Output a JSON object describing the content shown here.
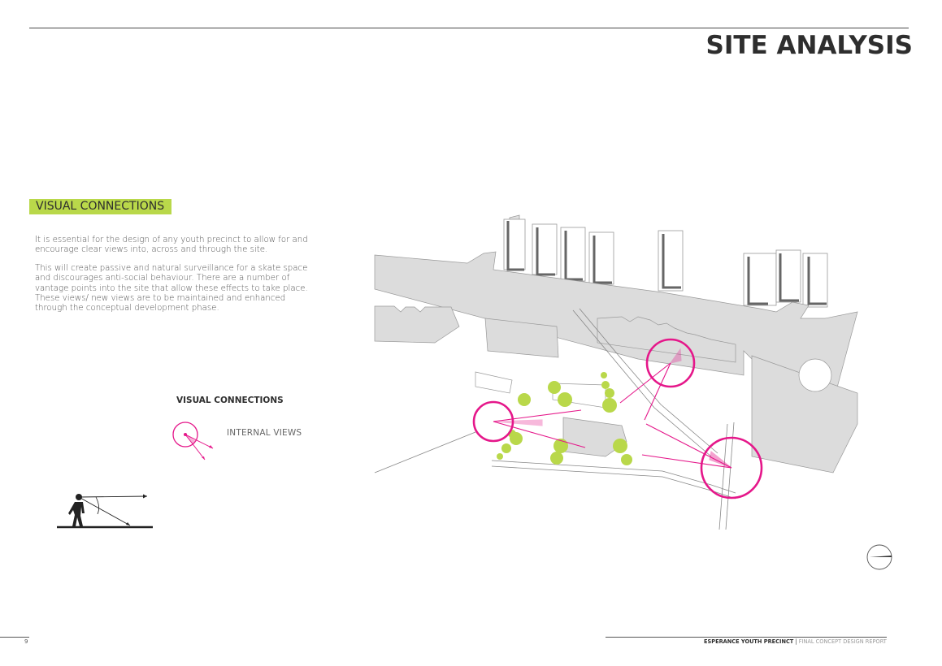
{
  "header": {
    "title": "SITE ANALYSIS"
  },
  "section": {
    "heading": "VISUAL CONNECTIONS",
    "paragraphs": [
      "It is essential for the design of any youth precinct to allow for and encourage clear views into, across and through the site.",
      "This will create passive and natural surveillance for a skate space and discourages anti-social behaviour.  There are a number of vantage points into the site that allow these effects to take place.  These views/ new views are to be maintained and enhanced through the conceptual development phase."
    ]
  },
  "legend": {
    "title": "VISUAL CONNECTIONS",
    "items": [
      {
        "label": "INTERNAL VIEWS",
        "icon": "internal-views-icon",
        "color": "#e5178a"
      }
    ]
  },
  "colors": {
    "accent_green": "#b9d84a",
    "view_magenta": "#e5178a",
    "building_gray": "#dcdcdc"
  },
  "footer": {
    "page_number": "9",
    "project": "ESPERANCE YOUTH PRECINCT",
    "separator": " | ",
    "report": "FINAL CONCEPT DESIGN REPORT"
  }
}
